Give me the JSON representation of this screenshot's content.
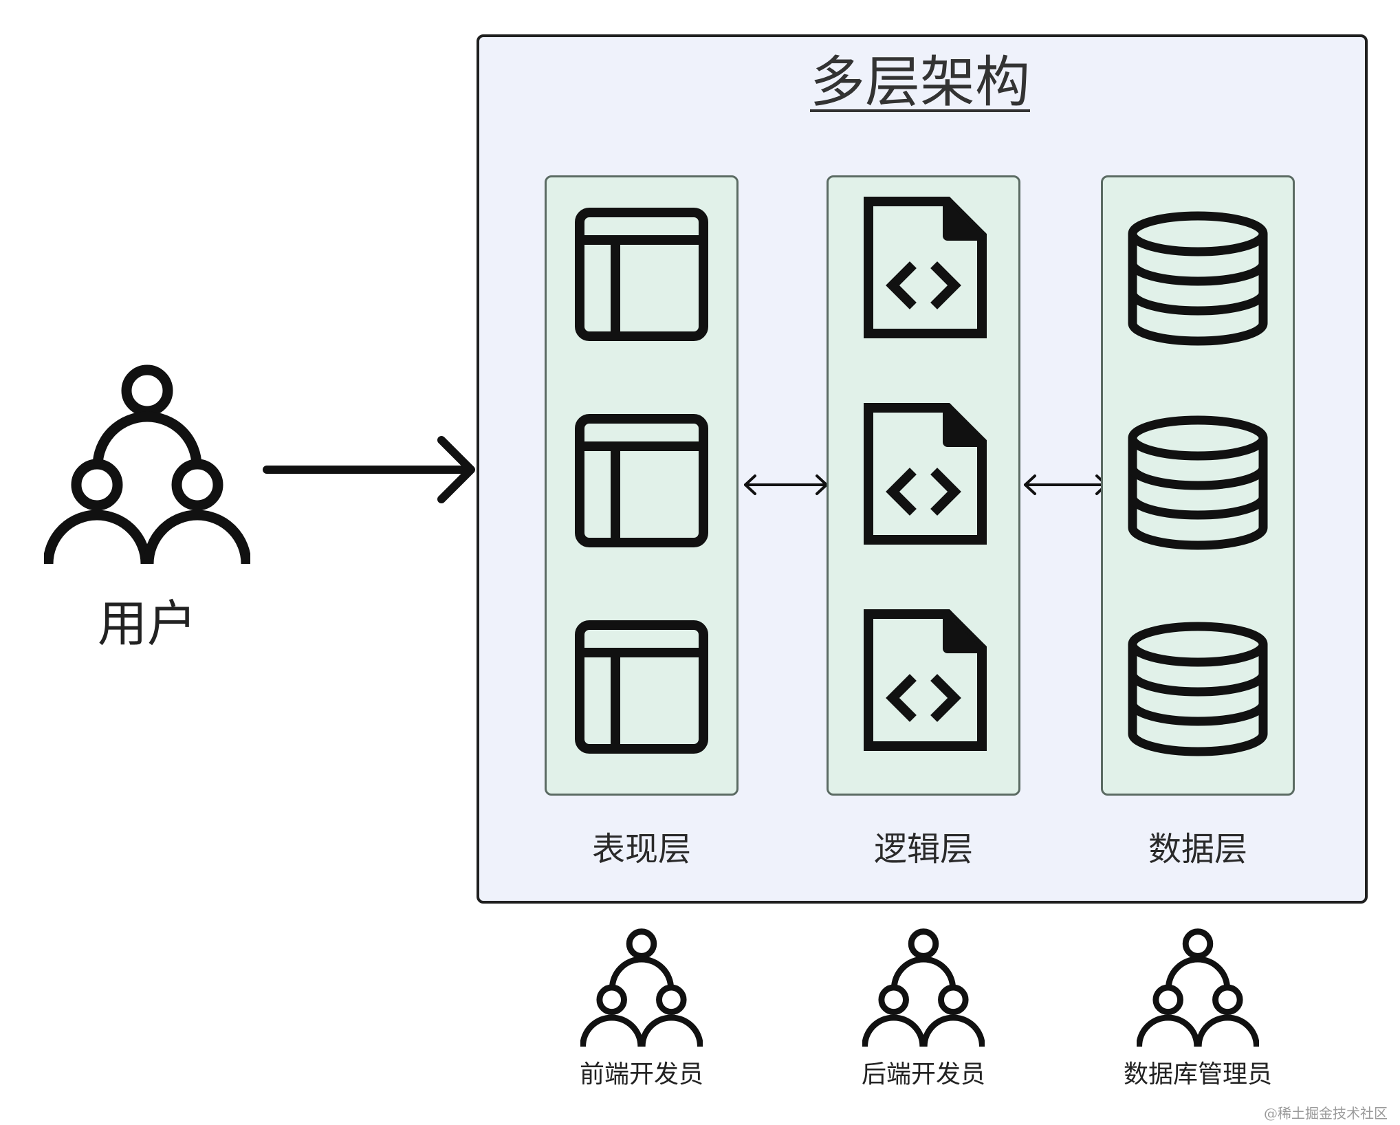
{
  "title": "多层架构",
  "user": {
    "label": "用户"
  },
  "layers": [
    {
      "label": "表现层",
      "icon": "layout-window-icon"
    },
    {
      "label": "逻辑层",
      "icon": "code-file-icon"
    },
    {
      "label": "数据层",
      "icon": "database-icon"
    }
  ],
  "teams": [
    {
      "label": "前端开发员",
      "icon": "user-group-icon"
    },
    {
      "label": "后端开发员",
      "icon": "user-group-icon"
    },
    {
      "label": "数据库管理员",
      "icon": "user-group-icon"
    }
  ],
  "watermark": "@稀土掘金技术社区",
  "colors": {
    "container_fill": "#eff2fb",
    "column_fill": "#e1f1e9",
    "column_border": "#5b6b63",
    "stroke": "#111111"
  }
}
